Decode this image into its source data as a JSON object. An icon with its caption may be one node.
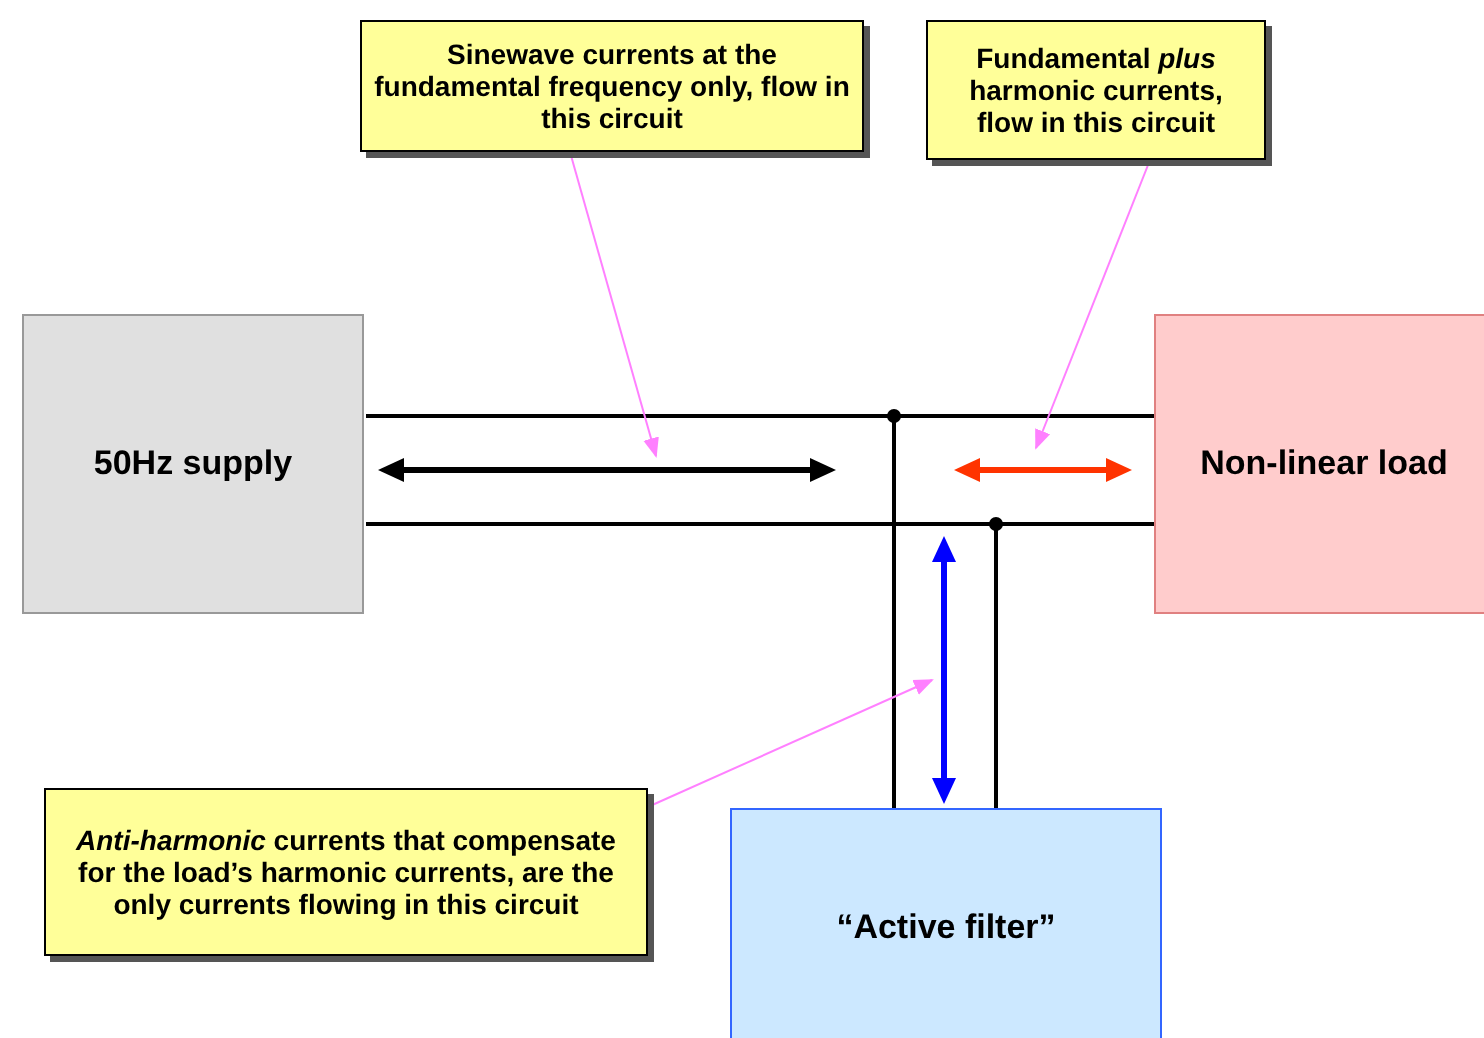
{
  "diagram": {
    "nodes": [
      {
        "text": [
          "50Hz supply"
        ]
      },
      {
        "text": [
          "Non-linear load"
        ]
      },
      {
        "text": [
          "“Active filter”"
        ]
      },
      {
        "text": [
          "Sinewave currents at the fundamental frequency only, flow in this circuit"
        ]
      },
      {
        "text": [
          "Fundamental *plus* harmonic currents, flow in this circuit"
        ]
      },
      {
        "text": [
          "*Anti-harmonic* currents that compensate for the load’s harmonic currents, are the only currents flowing in this circuit"
        ]
      }
    ],
    "edges": [
      {
        "from": 0,
        "to": 1,
        "arrow": "none"
      },
      {
        "from": 0,
        "to": 1,
        "arrow": "none"
      },
      {
        "from": 2,
        "to": null,
        "arrow": "other"
      },
      {
        "from": 2,
        "to": null,
        "arrow": "other"
      },
      {
        "from": 3,
        "to": null,
        "arrow": "to",
        "color": "#ff80ff"
      },
      {
        "from": 4,
        "to": null,
        "arrow": "to",
        "color": "#ff80ff"
      },
      {
        "from": 5,
        "to": null,
        "arrow": "to",
        "color": "#ff80ff"
      }
    ]
  }
}
